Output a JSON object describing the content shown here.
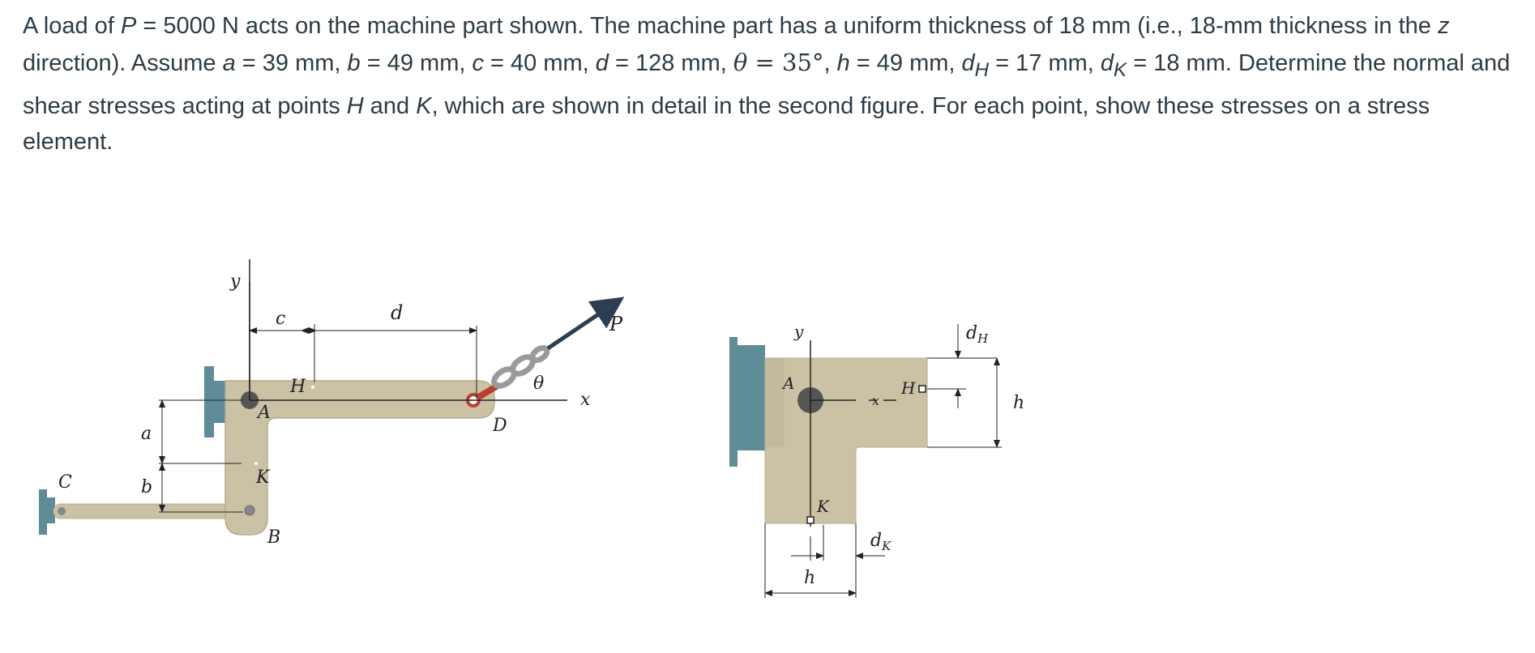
{
  "problem": {
    "t1": "A load of ",
    "P": "P",
    "t2": " = 5000 N acts on the machine part shown. The machine part has a uniform thickness of 18 mm (i.e., 18-mm thickness in the ",
    "z": "z",
    "t3": " direction). Assume ",
    "a": "a",
    "t4": " = 39 mm, ",
    "b": "b",
    "t5": " = 49 mm, ",
    "c": "c",
    "t6": " = 40 mm, ",
    "d": "d",
    "t7": " = 128 mm, ",
    "theta": "θ",
    "t8": " = 35",
    "deg": "°",
    "t9": ", ",
    "h": "h",
    "t10": " = 49 mm, ",
    "dH": "d",
    "dHsub": "H",
    "t11": " = 17 mm, ",
    "dK": "d",
    "dKsub": "K",
    "t12": " = 18 mm. Determine the normal and shear stresses acting at points ",
    "H": "H",
    "t13": " and ",
    "K": "K",
    "t14": ", which are shown in detail in the second figure. For each point, show these stresses on a stress element."
  },
  "figure1": {
    "labels": {
      "y": "y",
      "c": "c",
      "d": "d",
      "P": "P",
      "H": "H",
      "theta": "θ",
      "x": "x",
      "A": "A",
      "D": "D",
      "a": "a",
      "C": "C",
      "b": "b",
      "K": "K",
      "B": "B"
    }
  },
  "figure2": {
    "labels": {
      "y": "y",
      "dH": "d",
      "dHsub": "H",
      "A": "A",
      "H": "H",
      "x": "x",
      "h": "h",
      "K": "K",
      "dK": "d",
      "dKsub": "K",
      "h_bottom": "h"
    }
  },
  "colors": {
    "part": "#cbc2a6",
    "wall": "#5f8d97",
    "pin": "#555555",
    "chain": "#9a9a9a",
    "load_arrow": "#2c3e50",
    "link_red": "#b8402f"
  }
}
